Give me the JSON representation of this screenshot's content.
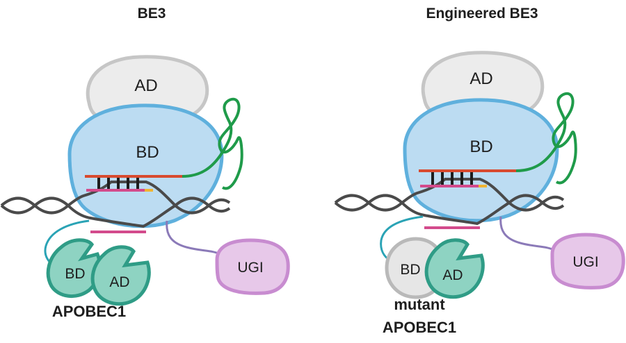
{
  "panels": [
    {
      "title": "BE3",
      "ad_label": "AD",
      "bd_label": "BD",
      "deaminase_bd_label": "BD",
      "deaminase_ad_label": "AD",
      "ugi_label": "UGI",
      "caption_line1": "APOBEC1",
      "caption_line2": ""
    },
    {
      "title": "Engineered BE3",
      "ad_label": "AD",
      "bd_label": "BD",
      "deaminase_bd_label": "BD",
      "deaminase_ad_label": "AD",
      "ugi_label": "UGI",
      "caption_line1": "mutant",
      "caption_line2": "APOBEC1"
    }
  ],
  "colors": {
    "cas9_bd_fill": "#bcdcf2",
    "cas9_bd_stroke": "#5fb0dd",
    "cas9_ad_fill": "#ececec",
    "cas9_ad_stroke": "#c6c6c6",
    "apobec_fill": "#8ed3c2",
    "apobec_stroke": "#2f9c86",
    "mutant_bd_fill": "#e6e6e6",
    "mutant_bd_stroke": "#b9b9b9",
    "ugi_fill": "#e7c8e9",
    "ugi_stroke": "#c88cd0",
    "dna": "#4a4a4a",
    "guide_rna": "#1f9b4a",
    "spacer": "#d84a2f",
    "target_strand": "#d34b8c",
    "linker_teal": "#2aa3b5",
    "linker_purple": "#8b7ab8",
    "pam": "#f0b432"
  }
}
